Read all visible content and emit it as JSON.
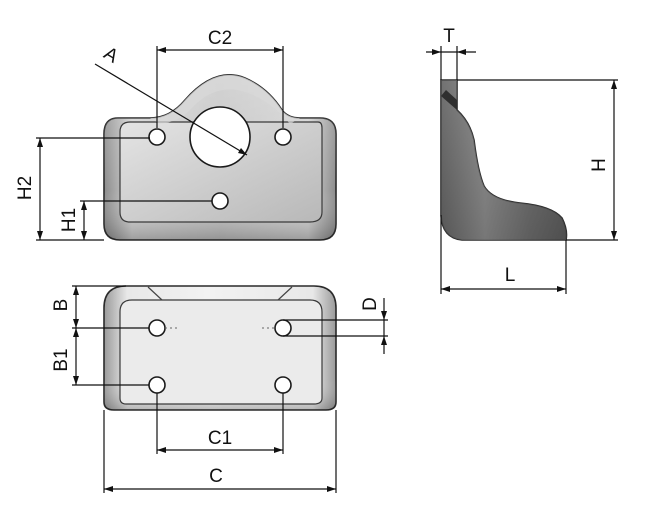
{
  "dimensions": {
    "a": "A",
    "c2": "C2",
    "t": "T",
    "h": "H",
    "h2": "H2",
    "h1": "H1",
    "l": "L",
    "b": "B",
    "b1": "B1",
    "d": "D",
    "c1": "C1",
    "c": "C"
  },
  "colors": {
    "line": "#111111",
    "metal_light": "#e6e6e6",
    "metal_mid": "#b5b5b5",
    "metal_dark": "#6e6e6e"
  }
}
